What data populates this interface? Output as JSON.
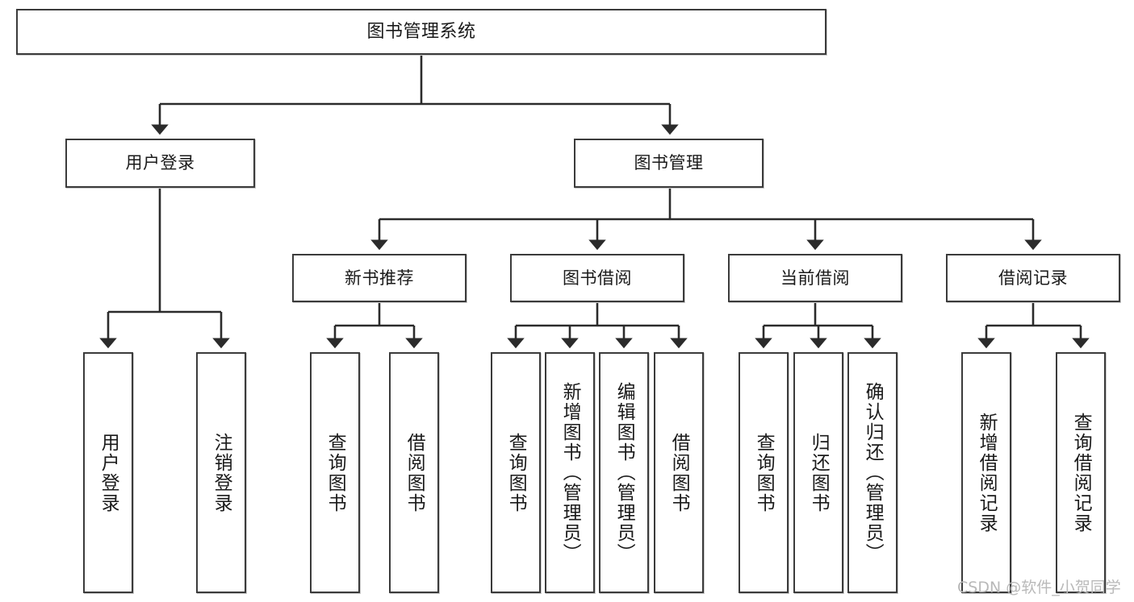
{
  "diagram": {
    "type": "tree",
    "title": "图书管理系统",
    "root": {
      "label": "图书管理系统"
    },
    "level2": [
      {
        "label": "用户登录"
      },
      {
        "label": "图书管理"
      }
    ],
    "level3": [
      {
        "label": "新书推荐"
      },
      {
        "label": "图书借阅"
      },
      {
        "label": "当前借阅"
      },
      {
        "label": "借阅记录"
      }
    ],
    "leaves": {
      "user_login": [
        {
          "label": "用户登录"
        },
        {
          "label": "注销登录"
        }
      ],
      "new_book_recommend": [
        {
          "label": "查询图书"
        },
        {
          "label": "借阅图书"
        }
      ],
      "book_borrow": [
        {
          "label": "查询图书"
        },
        {
          "label": "新增图书（管理员）"
        },
        {
          "label": "编辑图书（管理员）"
        },
        {
          "label": "借阅图书"
        }
      ],
      "current_borrow": [
        {
          "label": "查询图书"
        },
        {
          "label": "归还图书"
        },
        {
          "label": "确认归还（管理员）"
        }
      ],
      "borrow_record": [
        {
          "label": "新增借阅记录"
        },
        {
          "label": "查询借阅记录"
        }
      ]
    }
  },
  "watermark": {
    "text": "CSDN @软件_小贺同学"
  },
  "colors": {
    "box_border": "#3b3b3b",
    "box_fill": "#ffffff",
    "edge": "#2b2b2b",
    "text": "#1a1a1a",
    "watermark": "#b9b9b9"
  }
}
